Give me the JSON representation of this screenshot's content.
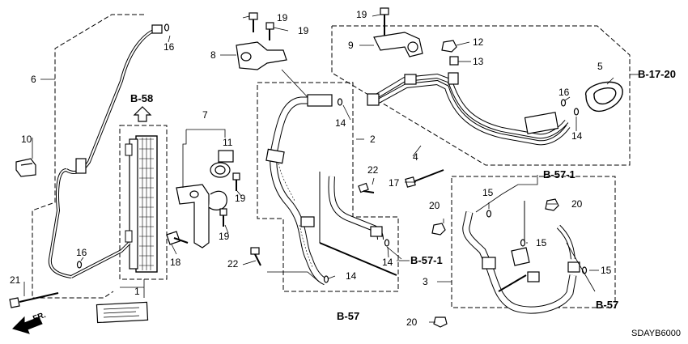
{
  "diagram_code": "SDAYB6000",
  "front_indicator": "FR.",
  "parts": {
    "p1": "1",
    "p2": "2",
    "p3": "3",
    "p4": "4",
    "p5": "5",
    "p6": "6",
    "p7": "7",
    "p8": "8",
    "p9": "9",
    "p10": "10",
    "p11": "11",
    "p12": "12",
    "p13": "13",
    "p14": "14",
    "p15": "15",
    "p16": "16",
    "p17": "17",
    "p18": "18",
    "p19": "19",
    "p20": "20",
    "p21": "21",
    "p22": "22"
  },
  "references": {
    "b58": "B-58",
    "b1720": "B-17-20",
    "b571": "B-57-1",
    "b57": "B-57"
  }
}
